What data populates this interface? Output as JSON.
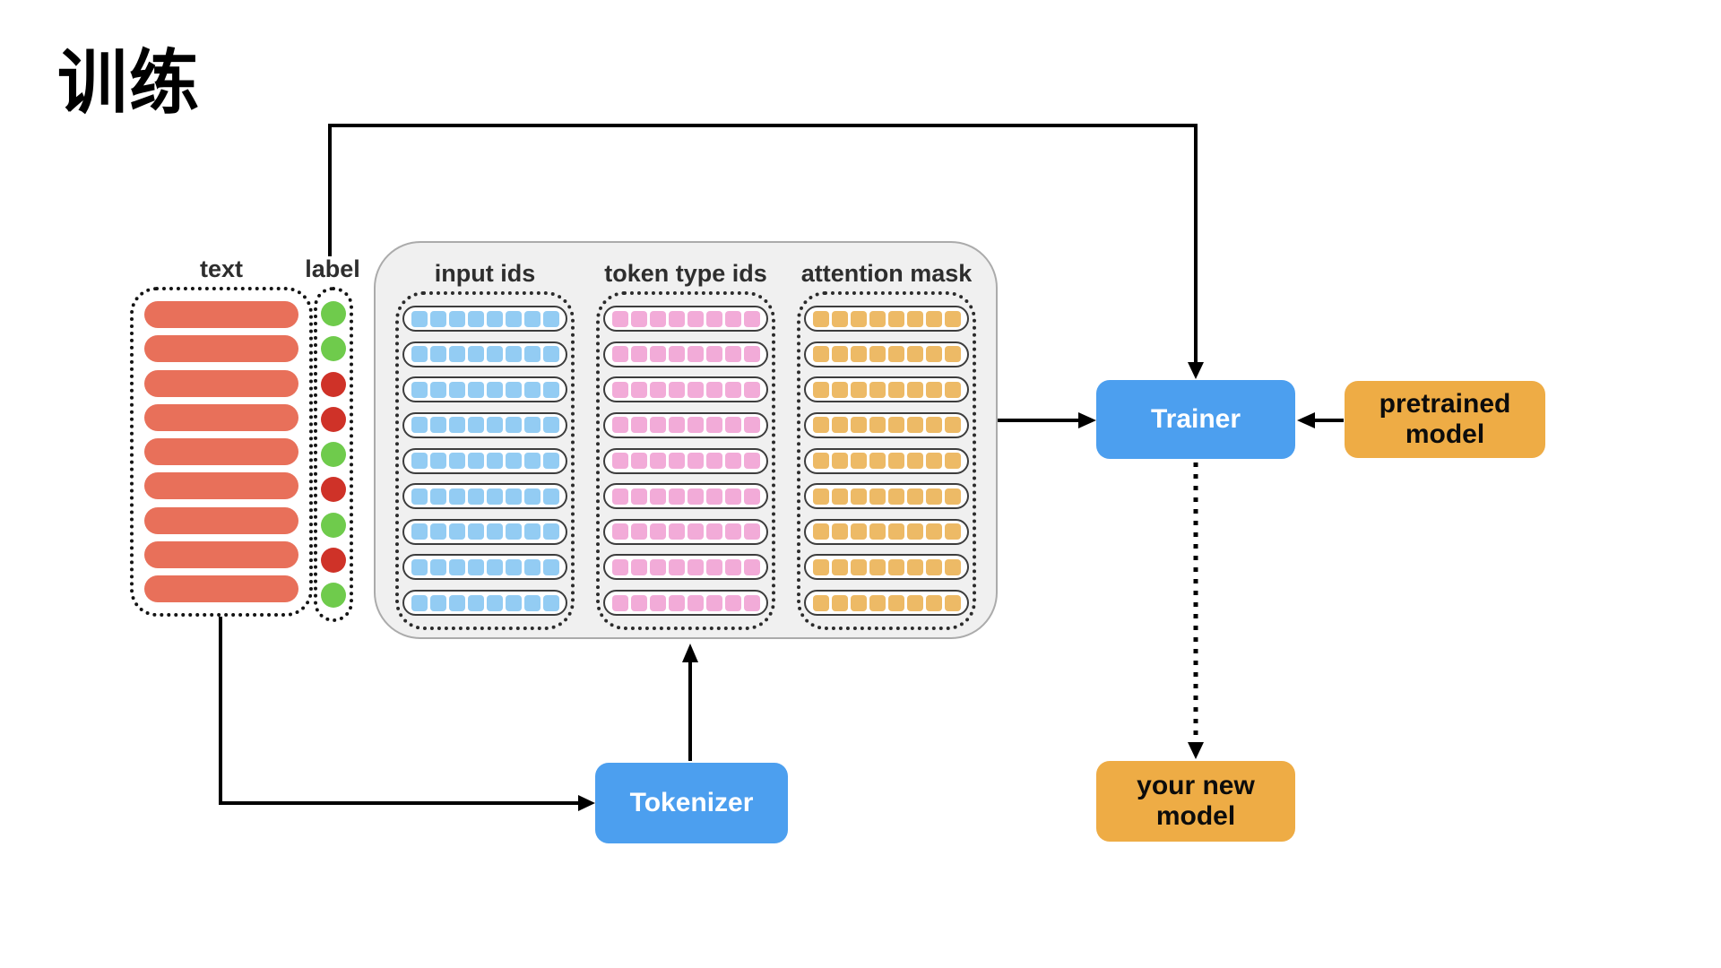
{
  "title": "训练",
  "dataset": {
    "text_header": "text",
    "label_header": "label",
    "num_rows": 9,
    "label_sequence": [
      "green",
      "green",
      "red",
      "red",
      "green",
      "red",
      "green",
      "red",
      "green"
    ]
  },
  "features": {
    "columns": [
      {
        "id": "input-ids",
        "label": "input ids",
        "cell_color": "#93CCF3",
        "num_rows": 9,
        "cells_per_row": 8
      },
      {
        "id": "token-type-ids",
        "label": "token type ids",
        "cell_color": "#F2ABD8",
        "num_rows": 9,
        "cells_per_row": 8
      },
      {
        "id": "attention-mask",
        "label": "attention mask",
        "cell_color": "#EDBA66",
        "num_rows": 9,
        "cells_per_row": 8
      }
    ]
  },
  "nodes": {
    "trainer": {
      "label": "Trainer",
      "color_key": "blue_node"
    },
    "tokenizer": {
      "label": "Tokenizer",
      "color_key": "blue_node"
    },
    "pretrained_model": {
      "label": "pretrained model",
      "color_key": "orange_node"
    },
    "your_new_model": {
      "label": "your new model",
      "color_key": "orange_node"
    }
  },
  "colors": {
    "text_bar": "#E8705A",
    "dot_green": "#6FCB4C",
    "dot_red": "#CF3228",
    "blue_node": "#4C9FEF",
    "orange_node": "#EEAC45",
    "panel_bg": "#F0F0F0",
    "arrow": "#000000"
  }
}
